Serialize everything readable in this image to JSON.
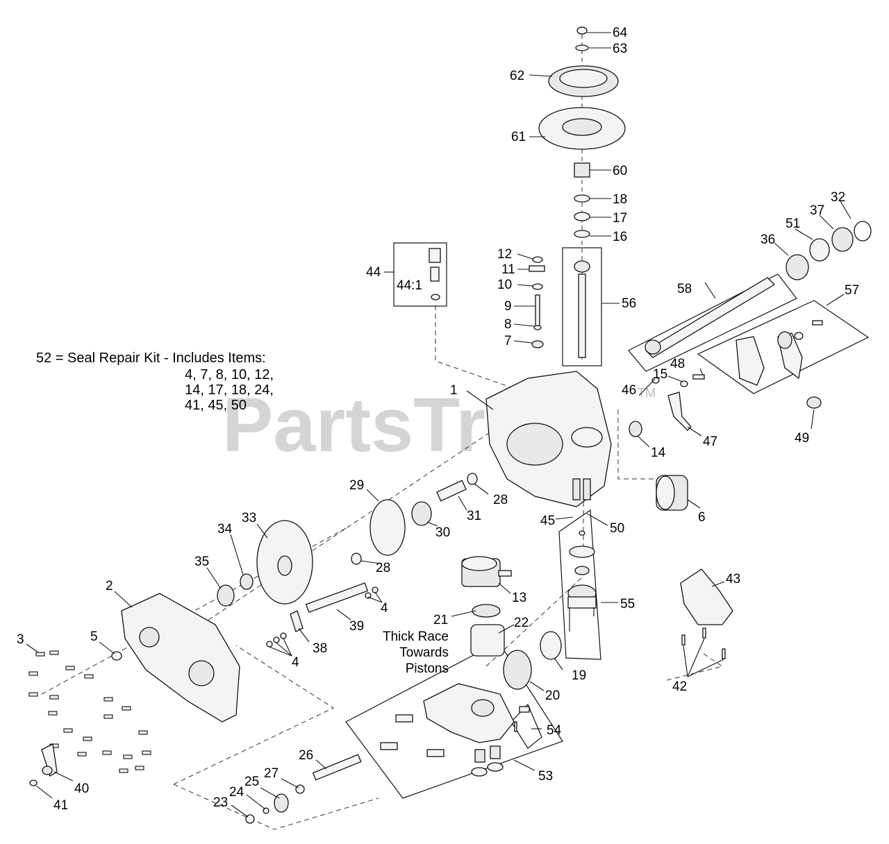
{
  "watermark": "PartsTree",
  "watermark_tm": "TM",
  "seal_kit_note": {
    "title": "52 = Seal Repair Kit - Includes Items:",
    "lines": [
      "4, 7, 8, 10, 12,",
      "14, 17, 18, 24,",
      "41, 45, 50"
    ]
  },
  "thick_race_note": [
    "Thick Race",
    "Towards",
    "Pistons"
  ],
  "callouts": {
    "c1": "1",
    "c2": "2",
    "c3": "3",
    "c4a": "4",
    "c4b": "4",
    "c5": "5",
    "c6": "6",
    "c7": "7",
    "c8": "8",
    "c9": "9",
    "c10": "10",
    "c11": "11",
    "c12": "12",
    "c13": "13",
    "c14": "14",
    "c15": "15",
    "c16": "16",
    "c17": "17",
    "c18": "18",
    "c19": "19",
    "c20": "20",
    "c21": "21",
    "c22": "22",
    "c23": "23",
    "c24": "24",
    "c25": "25",
    "c26": "26",
    "c27": "27",
    "c28a": "28",
    "c28b": "28",
    "c29": "29",
    "c30": "30",
    "c31": "31",
    "c32": "32",
    "c33": "33",
    "c34": "34",
    "c35": "35",
    "c36": "36",
    "c37": "37",
    "c38": "38",
    "c39": "39",
    "c40": "40",
    "c41": "41",
    "c42": "42",
    "c43": "43",
    "c44": "44",
    "c44_1": "44:1",
    "c45": "45",
    "c46": "46",
    "c47": "47",
    "c48": "48",
    "c49": "49",
    "c50": "50",
    "c51": "51",
    "c53": "53",
    "c54": "54",
    "c55": "55",
    "c56": "56",
    "c57": "57",
    "c58": "58",
    "c60": "60",
    "c61": "61",
    "c62": "62",
    "c63": "63",
    "c64": "64"
  }
}
